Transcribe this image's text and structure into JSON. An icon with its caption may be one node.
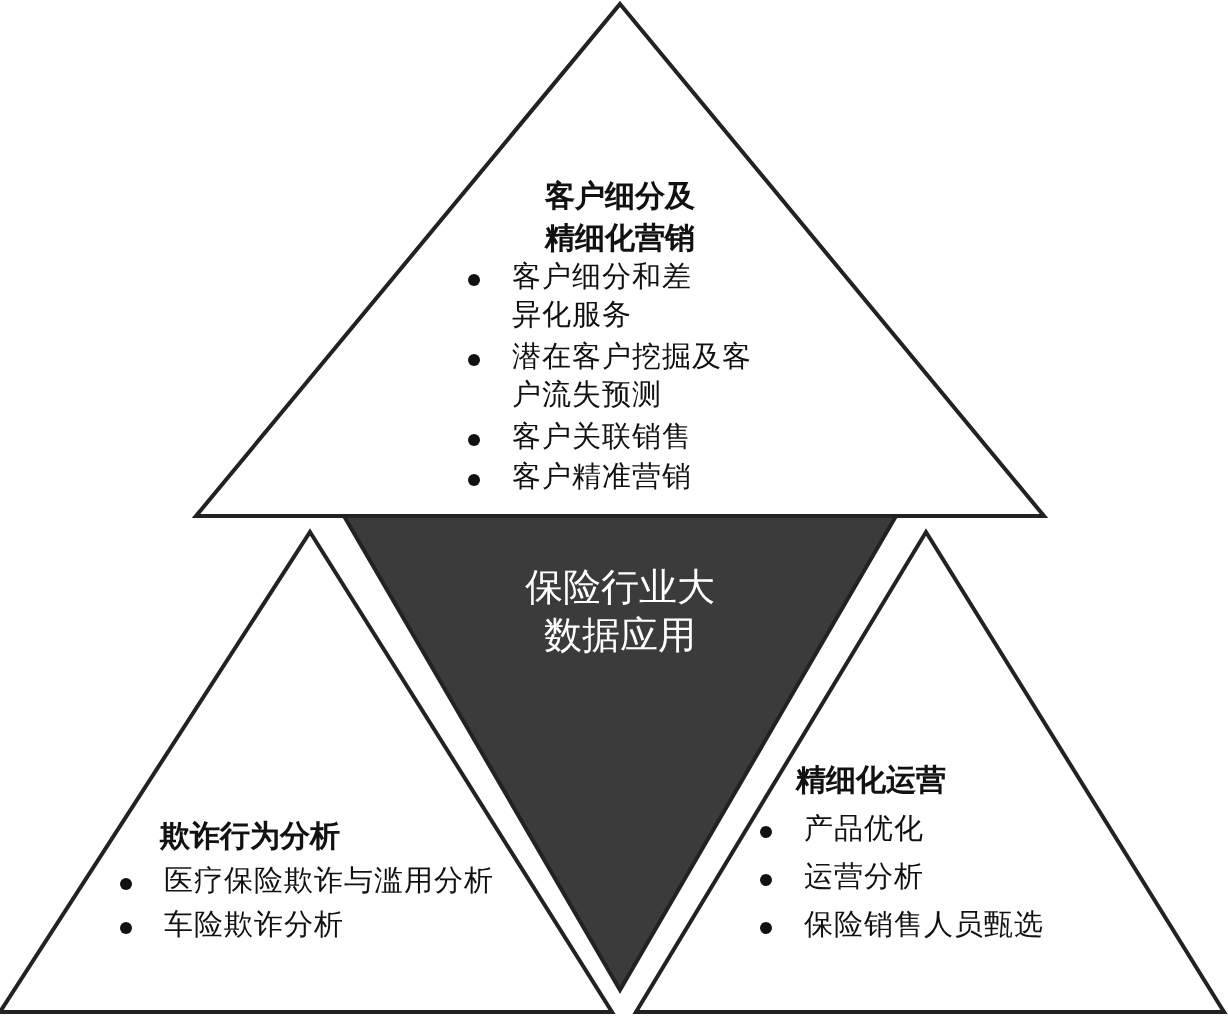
{
  "diagram": {
    "nodes": [
      {
        "text": [
          "客户细分及精细化营销",
          "客户细分和差异化服务",
          "潜在客户挖掘及客户流失预测",
          "客户关联销售",
          "客户精准营销"
        ]
      },
      {
        "text": [
          "保险行业大数据应用"
        ]
      },
      {
        "text": [
          "欺诈行为分析",
          "医疗保险欺诈与滥用分析",
          "车险欺诈分析"
        ]
      },
      {
        "text": [
          "精细化运营",
          "产品优化",
          "运营分析",
          "保险销售人员甄选"
        ]
      }
    ]
  }
}
